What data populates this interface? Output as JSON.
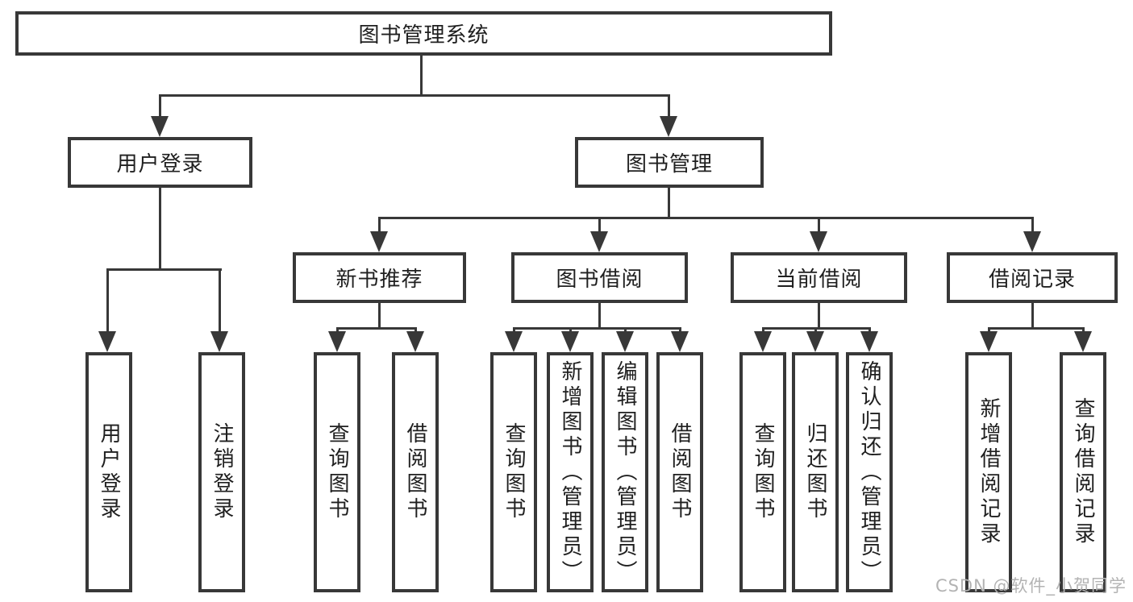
{
  "diagram": {
    "title": "图书管理系统",
    "tree": {
      "root": "图书管理系统",
      "children": [
        {
          "label": "用户登录",
          "children": [
            "用户登录",
            "注销登录"
          ]
        },
        {
          "label": "图书管理",
          "children": [
            {
              "label": "新书推荐",
              "children": [
                "查询图书",
                "借阅图书"
              ]
            },
            {
              "label": "图书借阅",
              "children": [
                "查询图书",
                "新增图书（管理员）",
                "编辑图书（管理员）",
                "借阅图书"
              ]
            },
            {
              "label": "当前借阅",
              "children": [
                "查询图书",
                "归还图书",
                "确认归还（管理员）"
              ]
            },
            {
              "label": "借阅记录",
              "children": [
                "新增借阅记录",
                "查询借阅记录"
              ]
            }
          ]
        }
      ]
    }
  },
  "watermark": "CSDN @软件_小贺同学",
  "colors": {
    "line": "#383838",
    "box_border": "#383838",
    "box_background": "#ffffff",
    "text": "#1f1f1f",
    "watermark": "#b3b3b3",
    "page_background": "#ffffff"
  }
}
